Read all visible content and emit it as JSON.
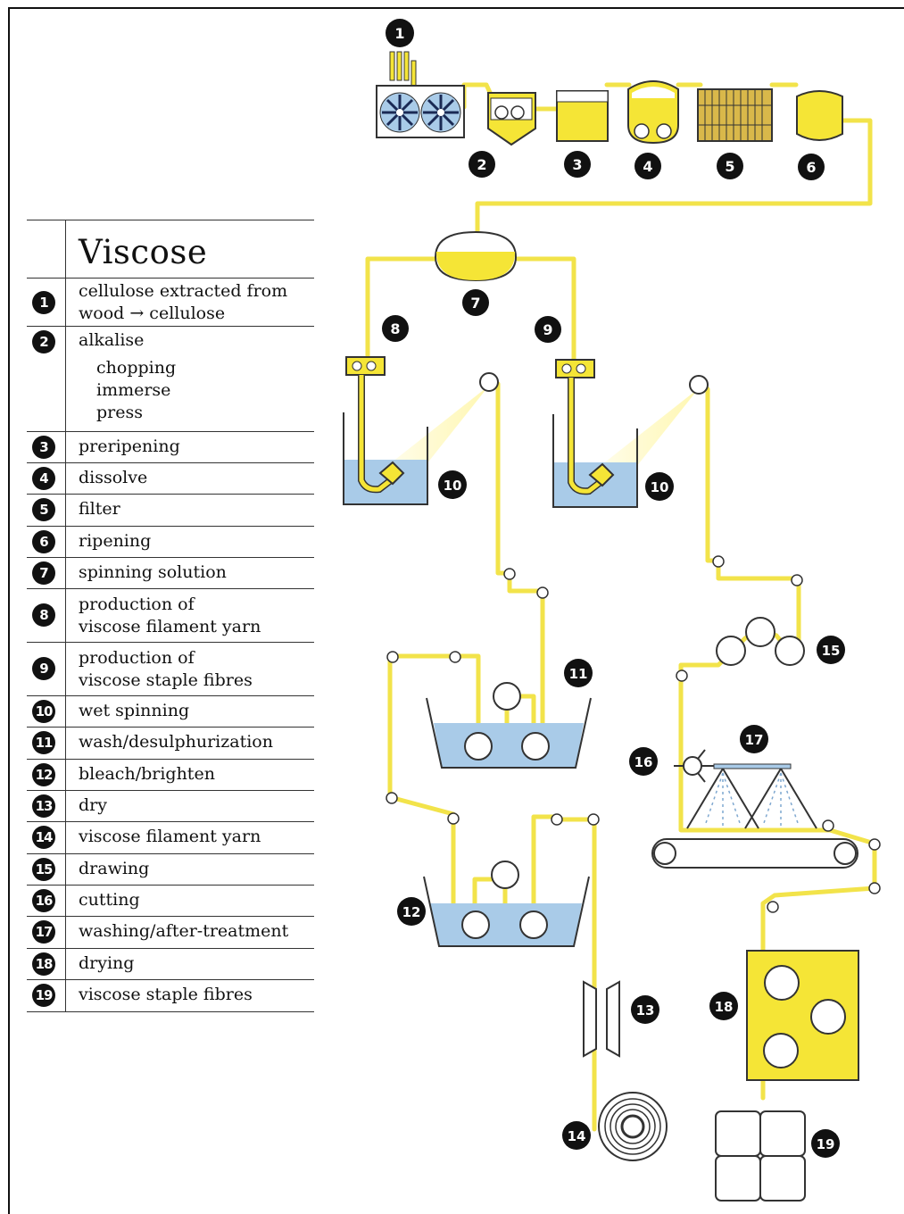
{
  "title": "Viscose",
  "legend": [
    {
      "num": "1",
      "label": "cellulose extracted from",
      "label2": "wood → cellulose"
    },
    {
      "num": "2",
      "label": "alkalise",
      "subs": [
        "chopping",
        "immerse",
        "press"
      ]
    },
    {
      "num": "3",
      "label": "preripening"
    },
    {
      "num": "4",
      "label": "dissolve"
    },
    {
      "num": "5",
      "label": "filter"
    },
    {
      "num": "6",
      "label": "ripening"
    },
    {
      "num": "7",
      "label": "spinning solution"
    },
    {
      "num": "8",
      "label": "production of",
      "label2": "viscose filament yarn"
    },
    {
      "num": "9",
      "label": "production of",
      "label2": "viscose staple fibres"
    },
    {
      "num": "10",
      "label": "wet spinning"
    },
    {
      "num": "11",
      "label": "wash/desulphurization"
    },
    {
      "num": "12",
      "label": "bleach/brighten"
    },
    {
      "num": "13",
      "label": "dry"
    },
    {
      "num": "14",
      "label": "viscose filament yarn"
    },
    {
      "num": "15",
      "label": "drawing"
    },
    {
      "num": "16",
      "label": "cutting"
    },
    {
      "num": "17",
      "label": "washing/after-treatment"
    },
    {
      "num": "18",
      "label": "drying"
    },
    {
      "num": "19",
      "label": "viscose staple fibres"
    }
  ],
  "colors": {
    "pipe": "#f2e34a",
    "fill": "#f5e536",
    "liquid": "#a9cbe8",
    "outline": "#333333",
    "badge": "#111111"
  }
}
